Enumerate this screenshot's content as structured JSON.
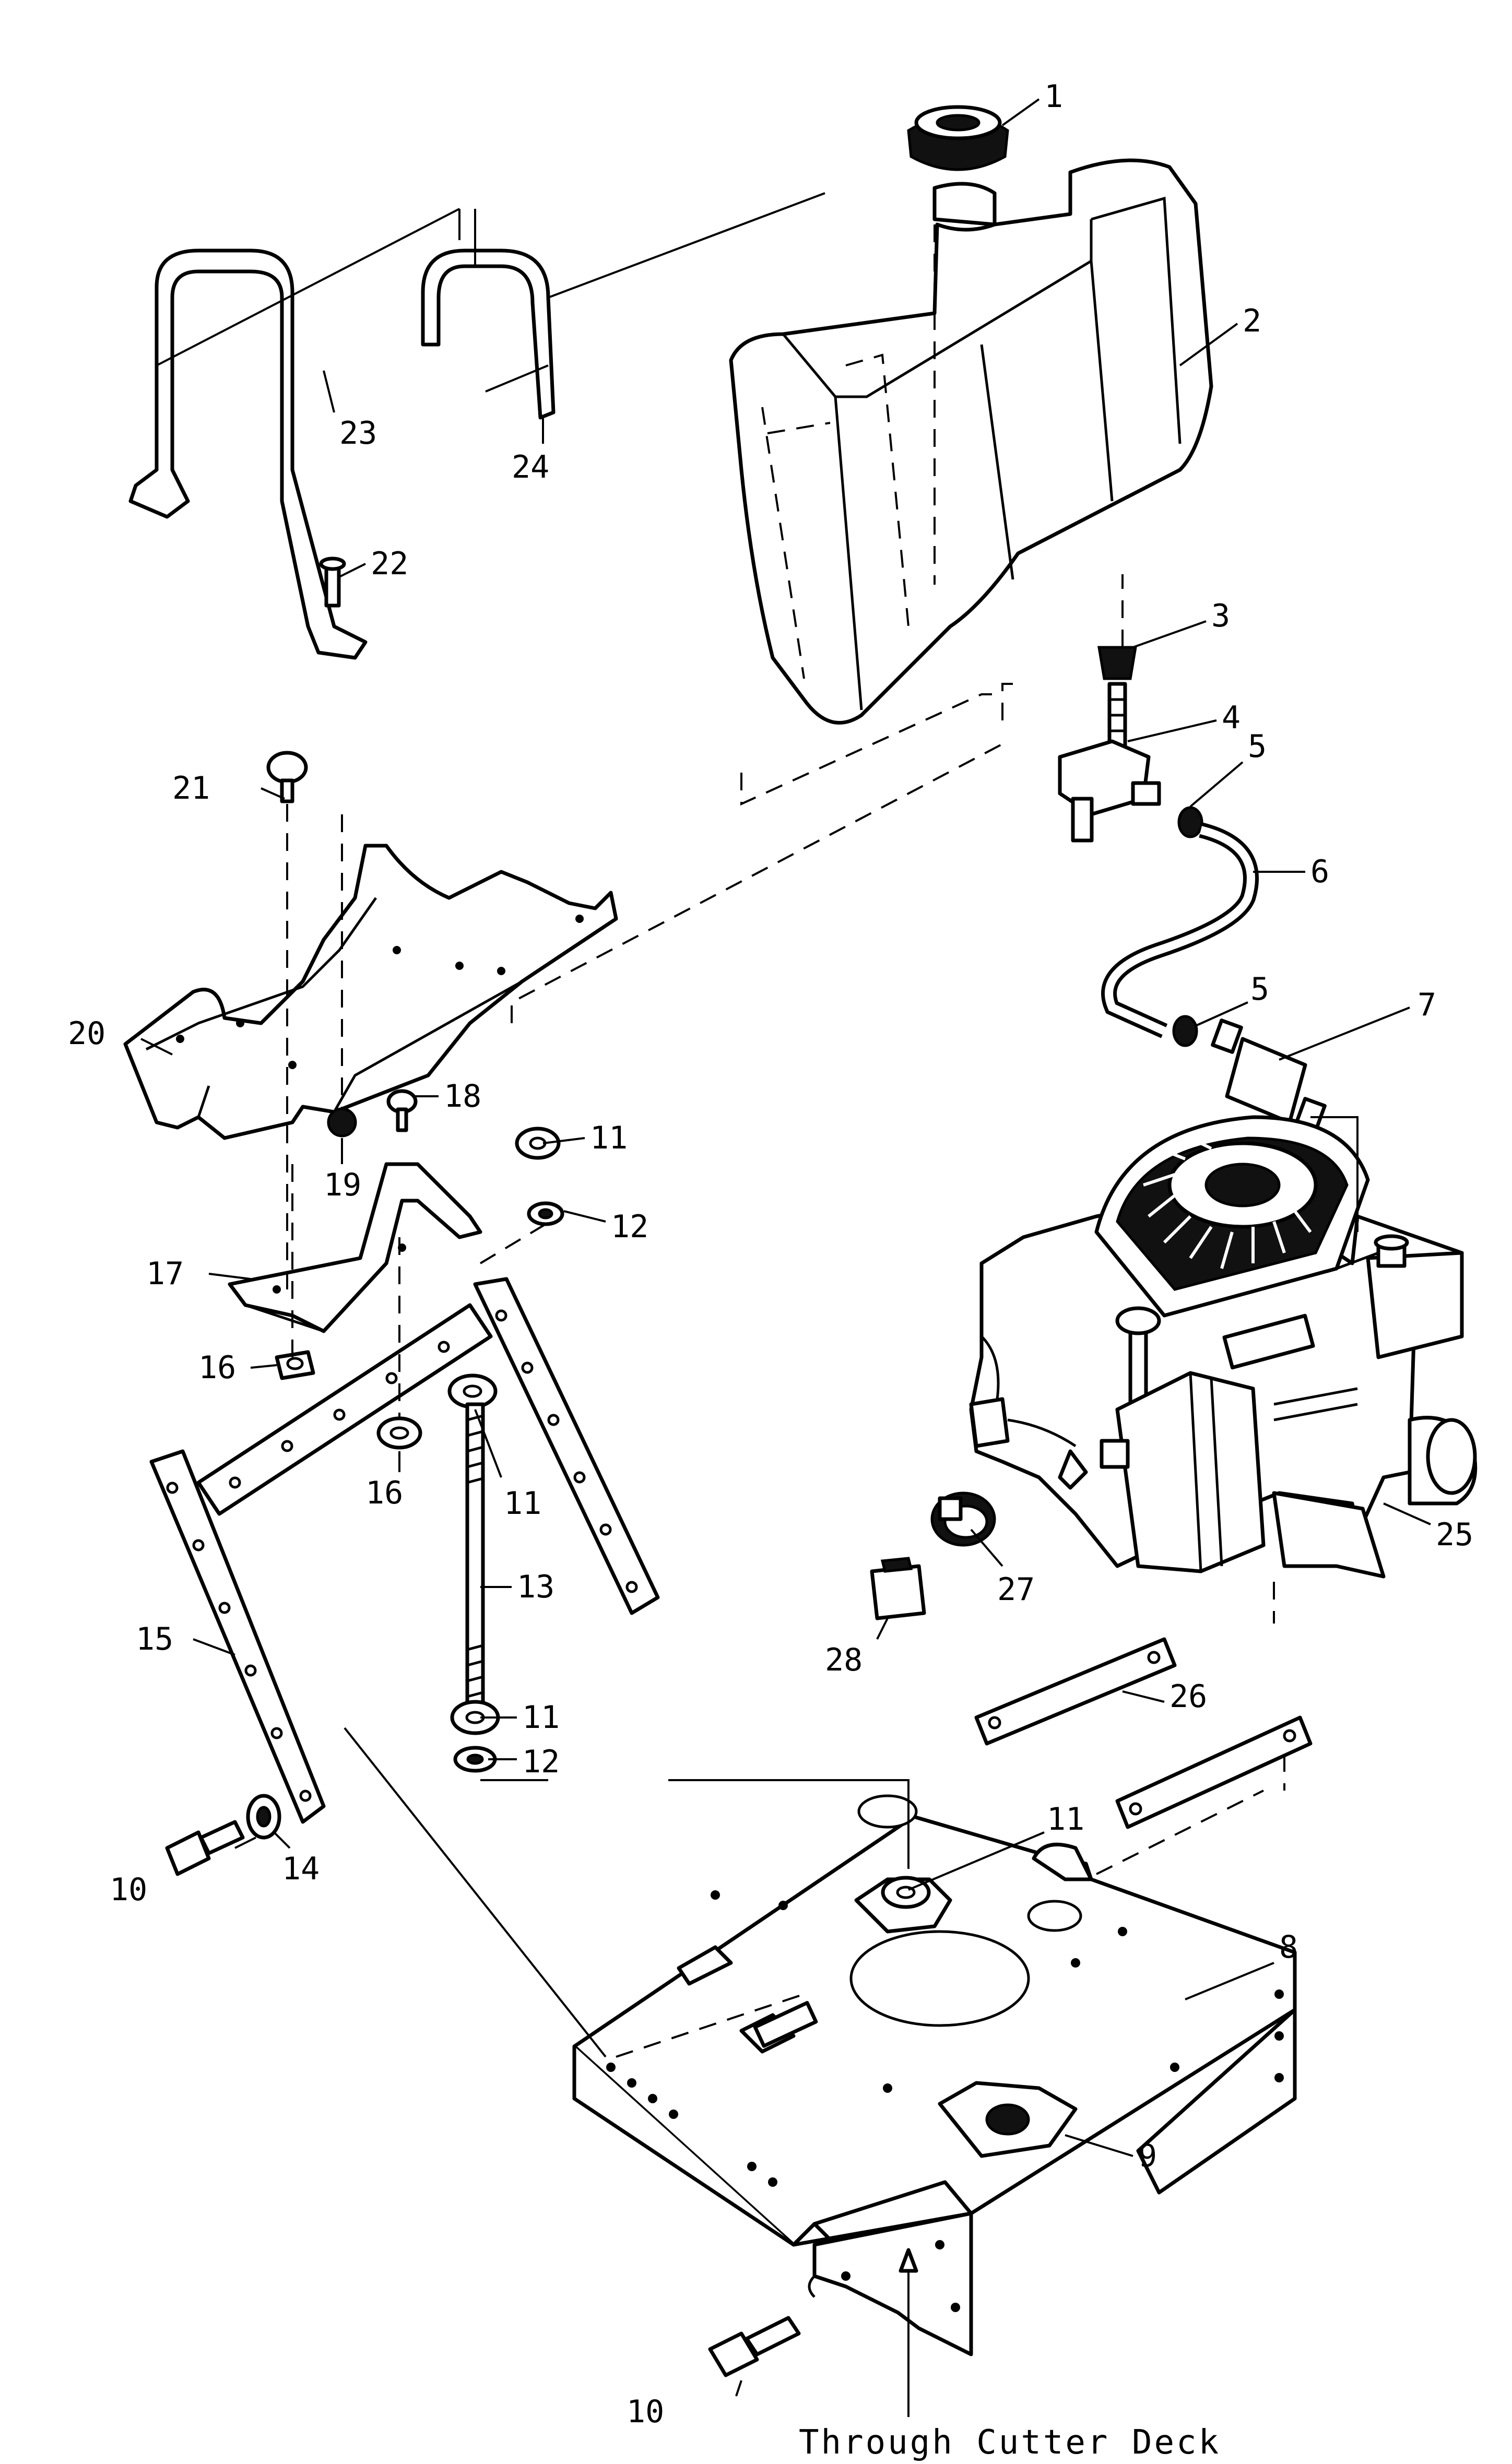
{
  "callouts": [
    {
      "id": "c1",
      "text": "1"
    },
    {
      "id": "c2",
      "text": "2"
    },
    {
      "id": "c3",
      "text": "3"
    },
    {
      "id": "c4",
      "text": "4"
    },
    {
      "id": "c5a",
      "text": "5"
    },
    {
      "id": "c5b",
      "text": "5"
    },
    {
      "id": "c6",
      "text": "6"
    },
    {
      "id": "c7",
      "text": "7"
    },
    {
      "id": "c8",
      "text": "8"
    },
    {
      "id": "c9",
      "text": "9"
    },
    {
      "id": "c10a",
      "text": "10"
    },
    {
      "id": "c10b",
      "text": "10"
    },
    {
      "id": "c11a",
      "text": "11"
    },
    {
      "id": "c11b",
      "text": "11"
    },
    {
      "id": "c11c",
      "text": "11"
    },
    {
      "id": "c11d",
      "text": "11"
    },
    {
      "id": "c12a",
      "text": "12"
    },
    {
      "id": "c12b",
      "text": "12"
    },
    {
      "id": "c13",
      "text": "13"
    },
    {
      "id": "c14",
      "text": "14"
    },
    {
      "id": "c15",
      "text": "15"
    },
    {
      "id": "c16a",
      "text": "16"
    },
    {
      "id": "c16b",
      "text": "16"
    },
    {
      "id": "c17",
      "text": "17"
    },
    {
      "id": "c18",
      "text": "18"
    },
    {
      "id": "c19",
      "text": "19"
    },
    {
      "id": "c20",
      "text": "20"
    },
    {
      "id": "c21",
      "text": "21"
    },
    {
      "id": "c22",
      "text": "22"
    },
    {
      "id": "c23",
      "text": "23"
    },
    {
      "id": "c24",
      "text": "24"
    },
    {
      "id": "c25",
      "text": "25"
    },
    {
      "id": "c26",
      "text": "26"
    },
    {
      "id": "c27",
      "text": "27"
    },
    {
      "id": "c28",
      "text": "28"
    }
  ],
  "note": "Through Cutter Deck"
}
